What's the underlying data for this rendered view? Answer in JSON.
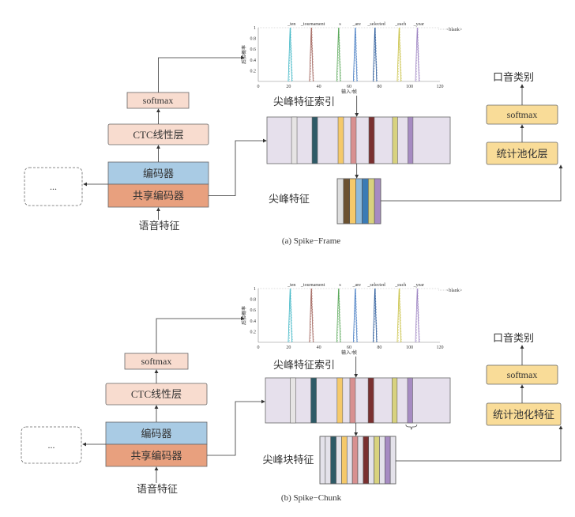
{
  "colors": {
    "softmax_left": "#f8dccf",
    "ctc": "#f8dccf",
    "encoder": "#a9cbe4",
    "shared_encoder": "#e8a07e",
    "right_boxes": "#f9dc98",
    "index_bar": "#e6e0ec"
  },
  "panels": [
    {
      "caption": "(a) Spike−Frame",
      "softmax": "softmax",
      "ctc": "CTC线性层",
      "encoder": "编码器",
      "shared_encoder": "共享编码器",
      "ellipsis": "...",
      "input": "语音特征",
      "index_label": "尖峰特征索引",
      "feature_label": "尖峰特征",
      "output_label": "口音类别",
      "right_softmax": "softmax",
      "pooling": "统计池化层",
      "feature_stripes": [
        "#dedede",
        "#6b5130",
        "#f5c96a",
        "#8cb9dc",
        "#3b7bb5",
        "#d8d27e",
        "#a68bc2"
      ]
    },
    {
      "caption": "(b) Spike−Chunk",
      "softmax": "softmax",
      "ctc": "CTC线性层",
      "encoder": "编码器",
      "shared_encoder": "共享编码器",
      "ellipsis": "...",
      "input": "语音特征",
      "index_label": "尖峰特征索引",
      "feature_label": "尖峰块特征",
      "output_label": "口音类别",
      "right_softmax": "softmax",
      "pooling": "统计池化特征",
      "feature_stripes": [
        "#e4e2ea",
        "#e4e2ea",
        "#2e5a66",
        "#e4e2ea",
        "#f5c96a",
        "#e4e2ea",
        "#d89090",
        "#e4e2ea",
        "#7a3030",
        "#e4e2ea",
        "#d8d27e",
        "#e4e2ea",
        "#a68bc2",
        "#e4e2ea"
      ]
    }
  ],
  "index_stripes": [
    "#e6e4e4",
    "#2e5a66",
    "#f5c96a",
    "#d89090",
    "#7a3030",
    "#d8d27e",
    "#a68bc2"
  ],
  "chart_data": {
    "type": "line",
    "xlabel": "输入/帧",
    "ylabel": "后验概率",
    "xlim": [
      0,
      120
    ],
    "ylim": [
      0,
      1.0
    ],
    "xticks": [
      0,
      20,
      40,
      60,
      80,
      100,
      120
    ],
    "yticks": [
      0.2,
      0.4,
      0.6,
      0.8,
      1.0
    ],
    "legend": "<blank>",
    "legend_position": "top-right",
    "spikes": [
      {
        "label": "_ten",
        "x": 21,
        "y": 1.0,
        "color": "#3bb5c4"
      },
      {
        "label": "_tournament",
        "x": 35,
        "y": 1.0,
        "color": "#a0625a"
      },
      {
        "label": "s",
        "x": 53,
        "y": 1.0,
        "color": "#5aa85a"
      },
      {
        "label": "_are",
        "x": 64,
        "y": 1.0,
        "color": "#4a7fc4"
      },
      {
        "label": "_selected",
        "x": 77,
        "y": 1.0,
        "color": "#2a5a9a"
      },
      {
        "label": "_each",
        "x": 93,
        "y": 1.0,
        "color": "#c8c040"
      },
      {
        "label": "_year",
        "x": 105,
        "y": 1.0,
        "color": "#9a80c0"
      }
    ]
  }
}
